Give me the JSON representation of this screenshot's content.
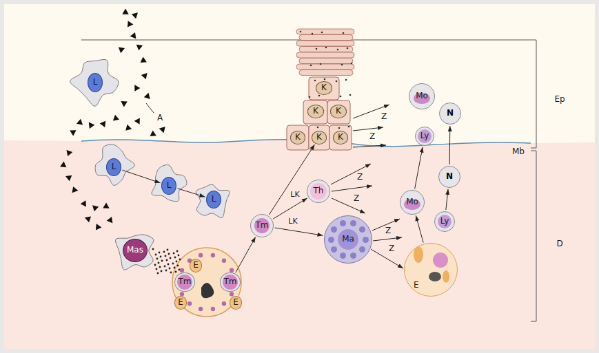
{
  "diagram": {
    "nodes": [
      {
        "text": [
          "L"
        ]
      },
      {
        "text": [
          "K"
        ]
      },
      {
        "text": [
          "Mo"
        ]
      },
      {
        "text": [
          "K"
        ]
      },
      {
        "text": [
          "K"
        ]
      },
      {
        "text": [
          "N"
        ]
      },
      {
        "text": [
          "Ly"
        ]
      },
      {
        "text": [
          "K"
        ]
      },
      {
        "text": [
          "K"
        ]
      },
      {
        "text": [
          "K"
        ]
      },
      {
        "text": [
          "L"
        ]
      },
      {
        "text": [
          "N"
        ]
      },
      {
        "text": [
          "L"
        ]
      },
      {
        "text": [
          "Th"
        ]
      },
      {
        "text": [
          "L"
        ]
      },
      {
        "text": [
          "Mo"
        ]
      },
      {
        "text": [
          "Ly"
        ]
      },
      {
        "text": [
          "Tm"
        ]
      },
      {
        "text": [
          "Ma"
        ]
      },
      {
        "text": [
          "Mas"
        ]
      },
      {
        "text": [
          "E"
        ]
      },
      {
        "text": [
          "Tm"
        ]
      },
      {
        "text": [
          "Tm"
        ]
      },
      {
        "text": [
          "E"
        ]
      },
      {
        "text": [
          "E"
        ]
      },
      {
        "text": [
          "E"
        ]
      }
    ],
    "edges": [
      {
        "from": 10,
        "to": 12,
        "arrow": "to"
      },
      {
        "from": 12,
        "to": 14,
        "arrow": "to"
      },
      {
        "from": 22,
        "to": 17,
        "arrow": "to"
      },
      {
        "from": 17,
        "to": 8,
        "arrow": "to"
      },
      {
        "from": 17,
        "to": 13,
        "label": "LK",
        "arrow": "to"
      },
      {
        "from": 17,
        "to": 18,
        "label": "LK",
        "arrow": "to"
      },
      {
        "from": 25,
        "to": 15,
        "arrow": "to"
      },
      {
        "from": 15,
        "to": 6,
        "arrow": "to"
      },
      {
        "from": 16,
        "to": 11,
        "arrow": "to"
      },
      {
        "from": 11,
        "to": 5,
        "arrow": "to"
      }
    ],
    "labels": [
      "A",
      "Z",
      "Z",
      "Z",
      "Z",
      "Z",
      "Z",
      "Ep",
      "Mb",
      "D"
    ]
  }
}
